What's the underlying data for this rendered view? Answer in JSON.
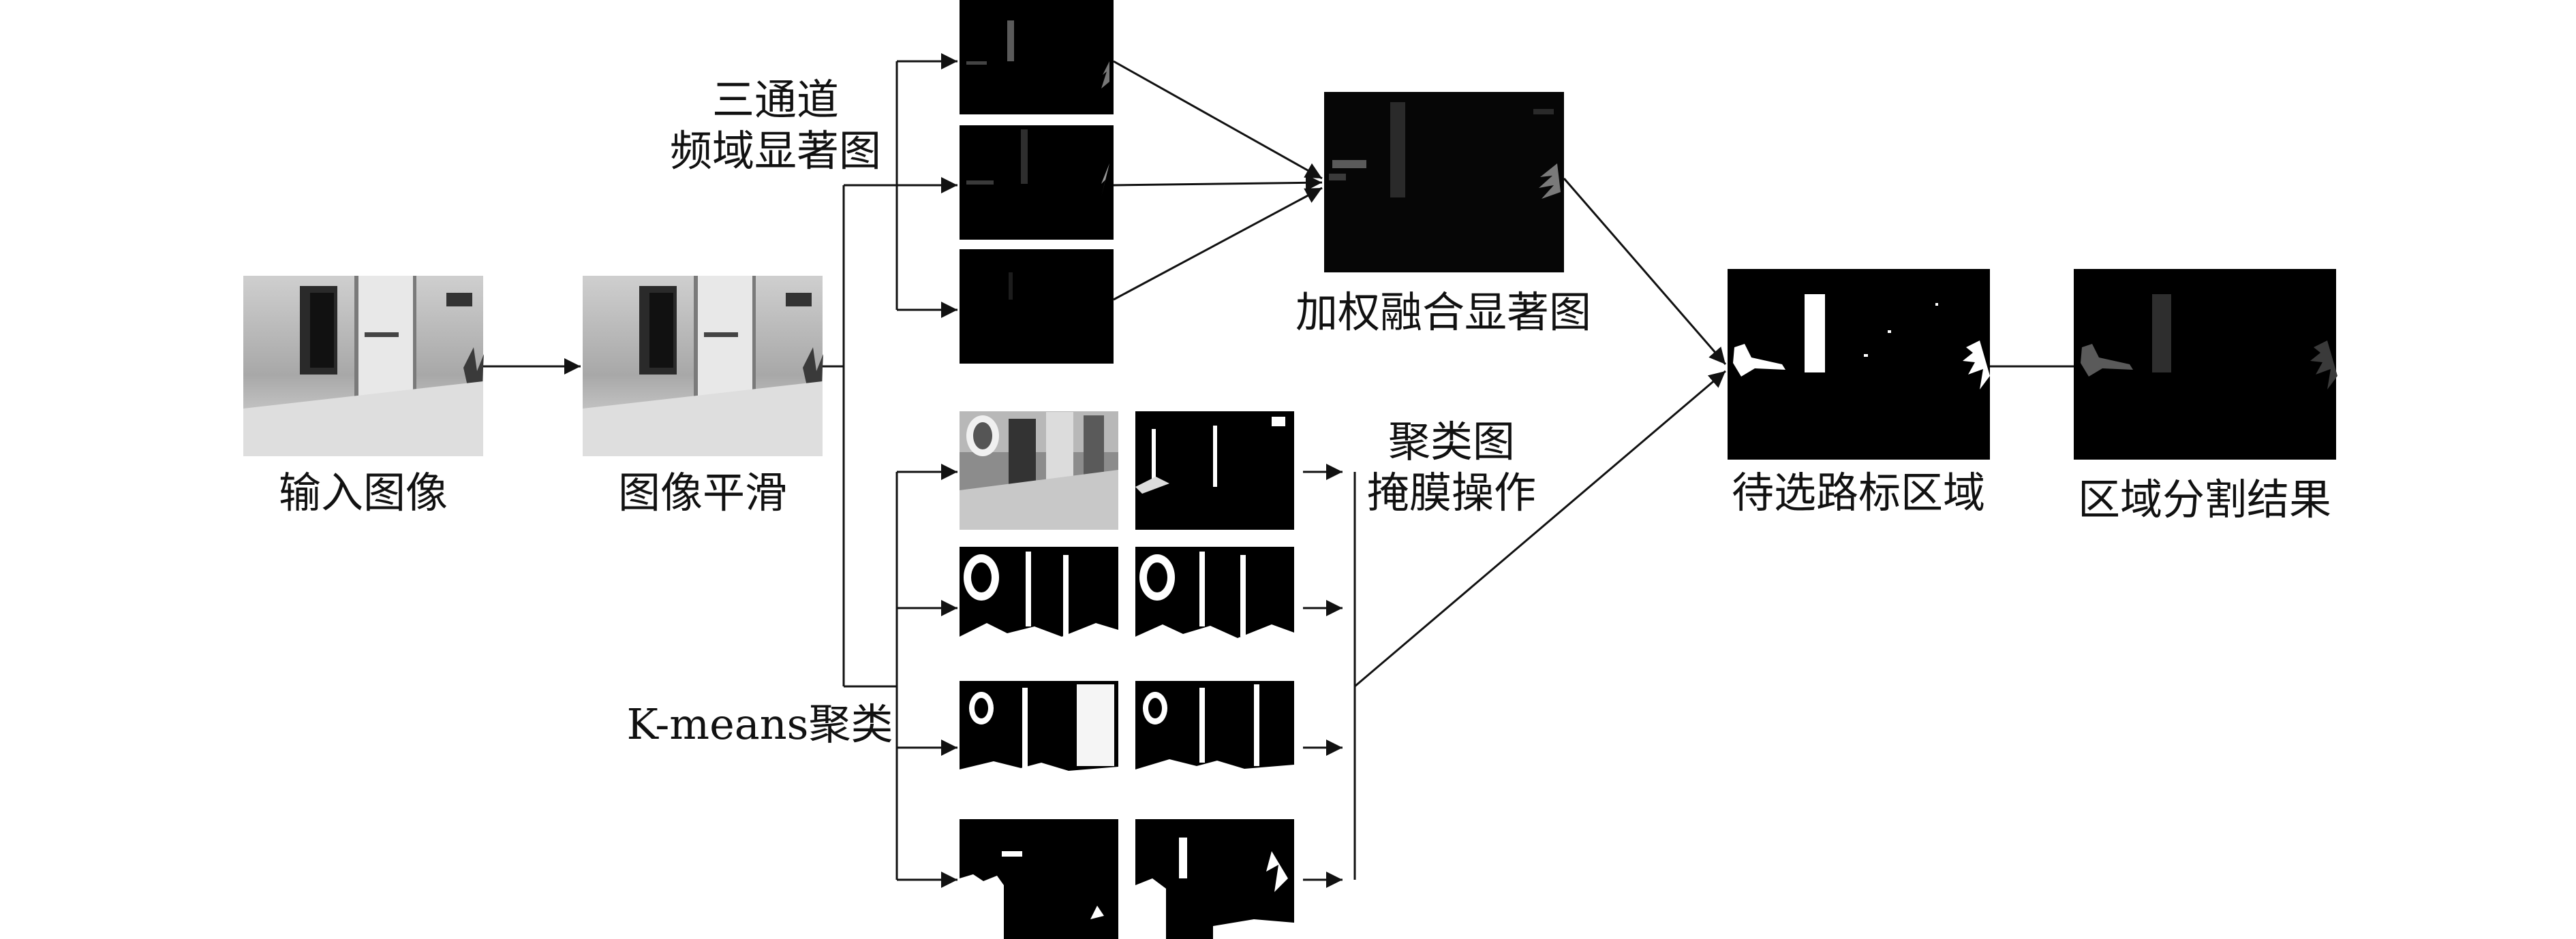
{
  "labels": {
    "input": "输入图像",
    "smooth": "图像平滑",
    "three_channel_line1": "三通道",
    "three_channel_line2": "频域显著图",
    "weighted_fusion": "加权融合显著图",
    "kmeans": "K-means聚类",
    "mask_line1": "聚类图",
    "mask_line2": "掩膜操作",
    "candidate": "待选路标区域",
    "result": "区域分割结果"
  },
  "colors": {
    "line": "#111111",
    "background": "#ffffff",
    "thumb_dark": "#000000",
    "thumb_gray": "#9a9a9a"
  }
}
